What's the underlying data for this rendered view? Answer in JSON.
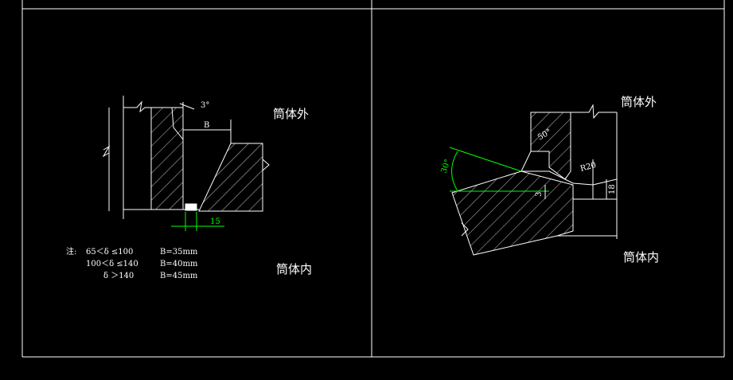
{
  "colors": {
    "background": "#000000",
    "lines": "#ffffff",
    "dimensions": "#00ff00"
  },
  "left_view": {
    "label_outside": "筒体外",
    "label_inside": "筒体内",
    "dim_angle": "3°",
    "dim_width": "B",
    "dim_gap": "15",
    "note_prefix": "注:",
    "notes": [
      {
        "range": "65＜δ ≤100",
        "value": "B=35mm"
      },
      {
        "range": "100＜δ ≤140",
        "value": "B=40mm"
      },
      {
        "range": "δ ＞140",
        "value": "B=45mm"
      }
    ]
  },
  "right_view": {
    "label_outside": "筒体外",
    "label_inside": "筒体内",
    "dim_groove_angle": "50°",
    "dim_bevel_angle": "30°",
    "dim_radius": "R20",
    "dim_root": "3",
    "dim_depth": "18"
  }
}
